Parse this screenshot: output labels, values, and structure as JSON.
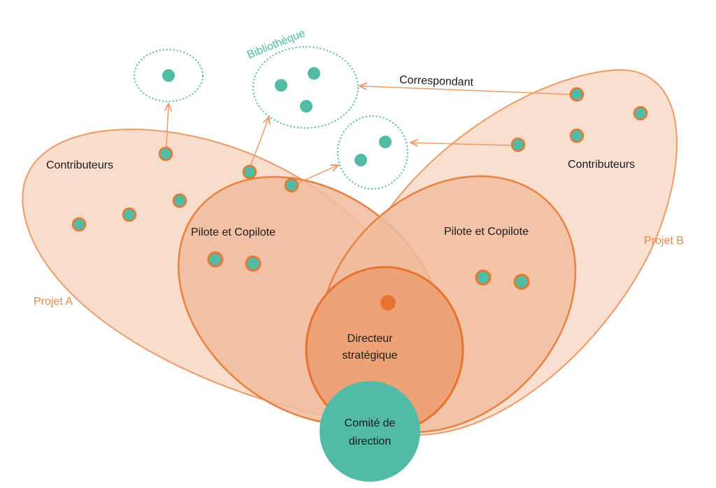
{
  "labels": {
    "project_a": "Projet A",
    "project_b": "Projet B",
    "contributors_a": "Contributeurs",
    "contributors_b": "Contributeurs",
    "pilot_a": "Pilote et Copilote",
    "pilot_b": "Pilote et Copilote",
    "director_line1": "Directeur",
    "director_line2": "stratégique",
    "committee_line1": "Comité de",
    "committee_line2": "direction",
    "library": "Bibliothèque",
    "correspondent": "Correspondant"
  },
  "colors": {
    "project_fill": "#f7d9c8",
    "project_stroke": "#ec9a66",
    "pilot_fill": "#f1bb9d",
    "pilot_stroke": "#e7813f",
    "director_fill": "#eda277",
    "director_stroke": "#e6732f",
    "committee_fill": "#52bba5",
    "member_dot": "#52bba5",
    "member_ring": "#e6782f",
    "director_dot": "#e6732f",
    "arrow": "#ec9a66",
    "correspondent_arrow": "#ec9a66",
    "group_dotted": "#52bba5",
    "label_orange": "#e8884a",
    "label_teal": "#4fbaa5"
  }
}
